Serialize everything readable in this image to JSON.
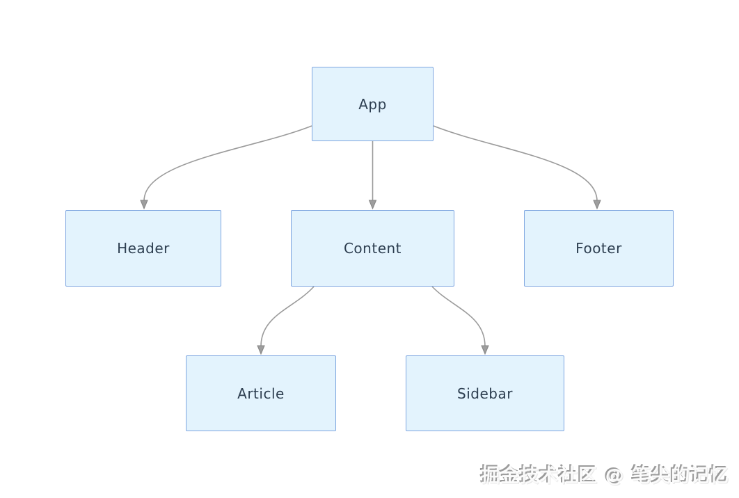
{
  "diagram": {
    "type": "tree-flowchart",
    "nodes": [
      {
        "id": "app",
        "label": "App"
      },
      {
        "id": "header",
        "label": "Header"
      },
      {
        "id": "content",
        "label": "Content"
      },
      {
        "id": "footer",
        "label": "Footer"
      },
      {
        "id": "article",
        "label": "Article"
      },
      {
        "id": "sidebar",
        "label": "Sidebar"
      }
    ],
    "edges": [
      {
        "from": "app",
        "to": "header"
      },
      {
        "from": "app",
        "to": "content"
      },
      {
        "from": "app",
        "to": "footer"
      },
      {
        "from": "content",
        "to": "article"
      },
      {
        "from": "content",
        "to": "sidebar"
      }
    ]
  },
  "watermark": {
    "text": "掘金技术社区 @ 笔尖的记忆"
  },
  "colors": {
    "node_fill": "#e3f3fd",
    "node_border": "#7ea6e0",
    "node_text": "#2d3e50",
    "edge_line": "#9b9b9b",
    "arrowhead_fill": "#9e9e9e",
    "background": "#ffffff",
    "watermark_gray": "#9b9b9b"
  }
}
